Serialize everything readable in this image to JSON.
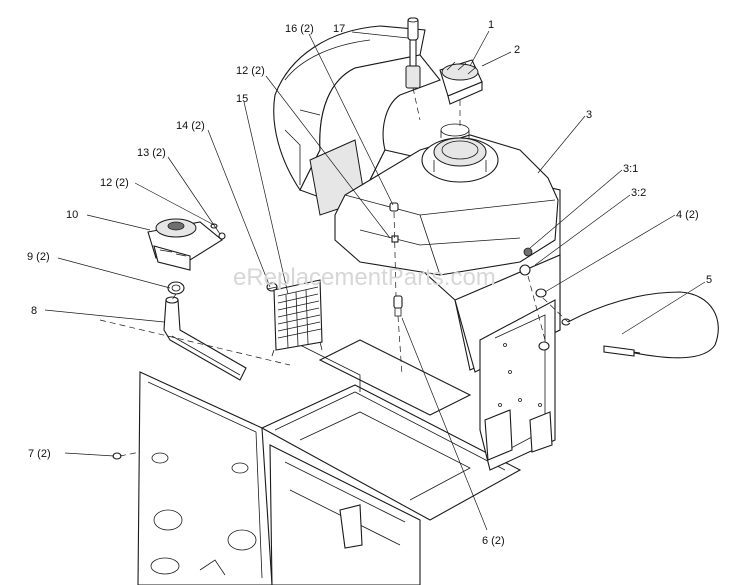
{
  "diagram": {
    "watermark": "eReplacementParts.com",
    "callouts": {
      "c1": "1",
      "c2": "2",
      "c3": "3",
      "c3_1": "3:1",
      "c3_2": "3:2",
      "c4": "4 (2)",
      "c5": "5",
      "c6": "6 (2)",
      "c7": "7 (2)",
      "c8": "8",
      "c9": "9 (2)",
      "c10": "10",
      "c12a": "12 (2)",
      "c12b": "12 (2)",
      "c13": "13 (2)",
      "c14": "14 (2)",
      "c15": "15",
      "c16": "16 (2)",
      "c17": "17"
    }
  }
}
